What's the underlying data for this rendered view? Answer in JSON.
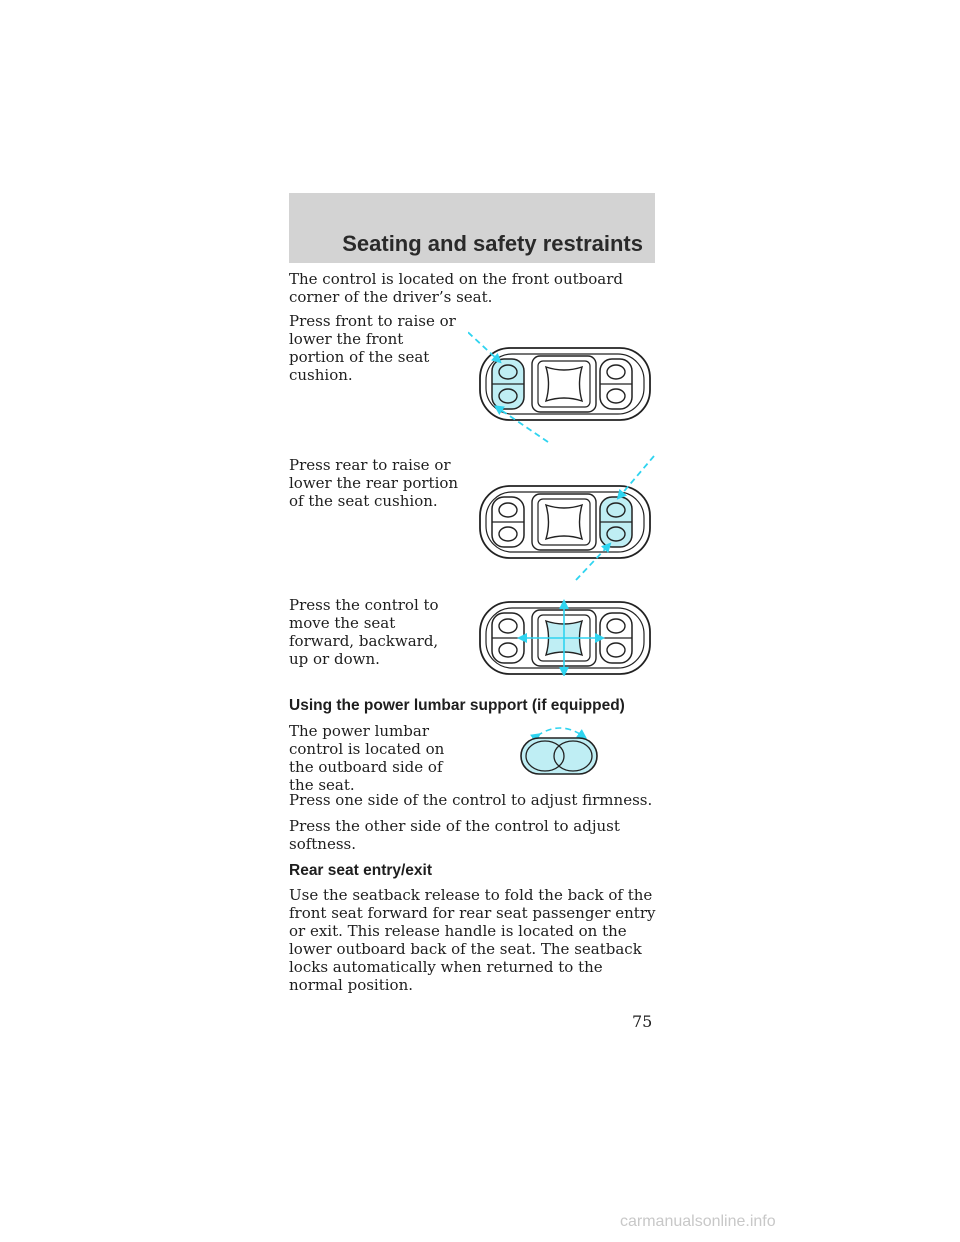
{
  "header": {
    "title": "Seating and safety restraints"
  },
  "intro": "The control is located on the front outboard corner of the driver’s seat.",
  "steps": [
    {
      "text": "Press front to raise or lower the front portion of the seat cushion."
    },
    {
      "text": "Press rear to raise or lower the rear portion of the seat cushion."
    },
    {
      "text": "Press the control to move the seat forward, backward, up or down."
    }
  ],
  "lumbar": {
    "heading": "Using the power lumbar support (if equipped)",
    "location": "The power lumbar control is located on the outboard side of the seat.",
    "firmness": "Press one side of the control to adjust firmness.",
    "softness": "Press the other side of the control to adjust softness."
  },
  "rear_seat": {
    "heading": "Rear seat entry/exit",
    "body": "Use the seatback release to fold the back of the front seat forward for rear seat passenger entry or exit. This release handle is located on the lower outboard back of the seat. The seatback locks automatically when returned to the normal position."
  },
  "page_number": "75",
  "watermark": "carmanualsonline.info",
  "colors": {
    "highlight": "#bfeef4",
    "arrow": "#2fd4f0",
    "band": "#d3d3d3"
  }
}
